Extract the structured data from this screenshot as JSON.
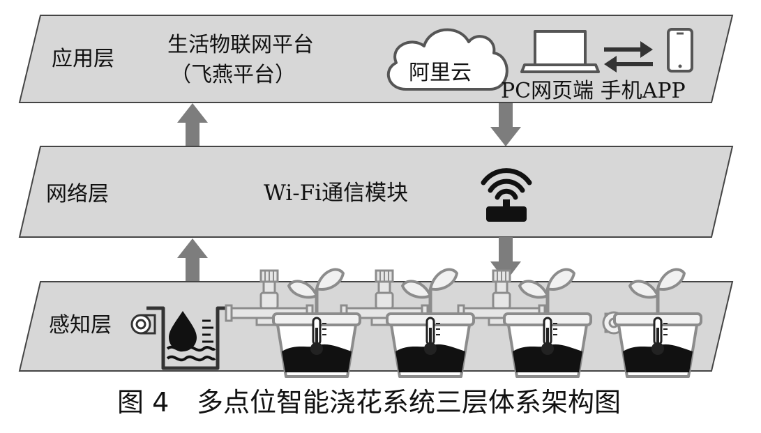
{
  "layers": {
    "application": {
      "name": "应用层",
      "platform_line1": "生活物联网平台",
      "platform_line2": "（飞燕平台）",
      "cloud_label": "阿里云",
      "clients_label": "PC网页端 手机APP"
    },
    "network": {
      "name": "网络层",
      "module_label": "Wi-Fi通信模块"
    },
    "perception": {
      "name": "感知层"
    }
  },
  "caption": {
    "figure_number": "图 4",
    "title": "多点位智能浇花系统三层体系架构图"
  },
  "icons": {
    "cloud": "cloud-icon",
    "laptop": "laptop-icon",
    "phone": "phone-icon",
    "exchange": "bidirectional-arrows-icon",
    "router": "wifi-router-icon",
    "pump": "water-pump-icon",
    "tank": "water-tank-icon",
    "valve": "valve-pipe-icon",
    "plant": "potted-plant-icon",
    "thermometer": "thermometer-icon",
    "fan": "fan-icon"
  },
  "colors": {
    "layer_fill": "#d7d7d7",
    "layer_stroke": "#444444",
    "arrow": "#7d7d7d"
  }
}
